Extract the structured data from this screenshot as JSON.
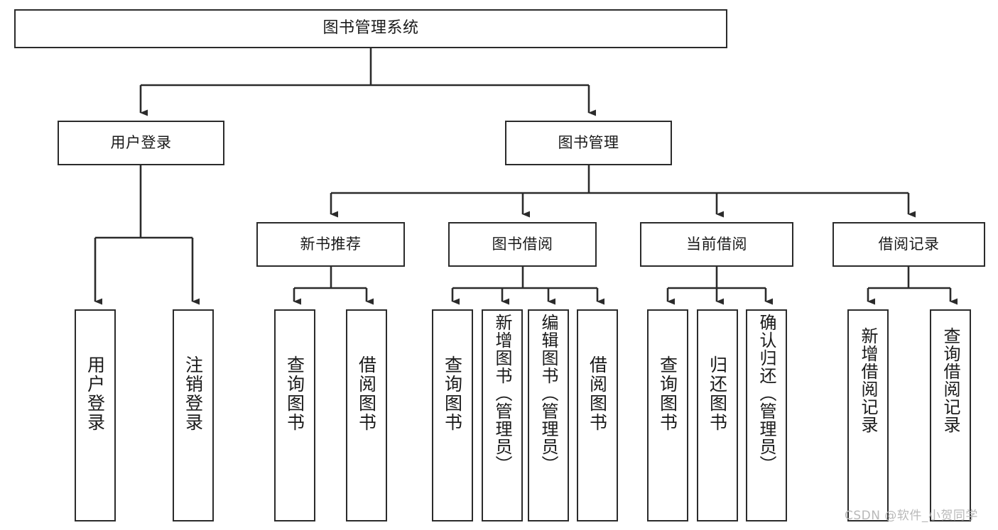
{
  "diagram": {
    "type": "tree",
    "title": "图书管理系统",
    "root": {
      "label": "图书管理系统"
    },
    "level2": [
      {
        "label": "用户登录"
      },
      {
        "label": "图书管理"
      }
    ],
    "level3": [
      {
        "label": "新书推荐"
      },
      {
        "label": "图书借阅"
      },
      {
        "label": "当前借阅"
      },
      {
        "label": "借阅记录"
      }
    ],
    "leaves": {
      "user_login": [
        {
          "label": "用户登录"
        },
        {
          "label": "注销登录"
        }
      ],
      "new_book_recommend": [
        {
          "label": "查询图书"
        },
        {
          "label": "借阅图书"
        }
      ],
      "book_borrow": [
        {
          "label": "查询图书"
        },
        {
          "label": "新增图书（管理员）"
        },
        {
          "label": "编辑图书（管理员）"
        },
        {
          "label": "借阅图书"
        }
      ],
      "current_borrow": [
        {
          "label": "查询图书"
        },
        {
          "label": "归还图书"
        },
        {
          "label": "确认归还（管理员）"
        }
      ],
      "borrow_record": [
        {
          "label": "新增借阅记录"
        },
        {
          "label": "查询借阅记录"
        }
      ]
    }
  },
  "watermark": {
    "text": "CSDN @软件_小贺同学"
  },
  "colors": {
    "border": "#2b2b2b",
    "text": "#1a1a1a",
    "background": "#ffffff",
    "watermark": "#b9b9b9"
  }
}
